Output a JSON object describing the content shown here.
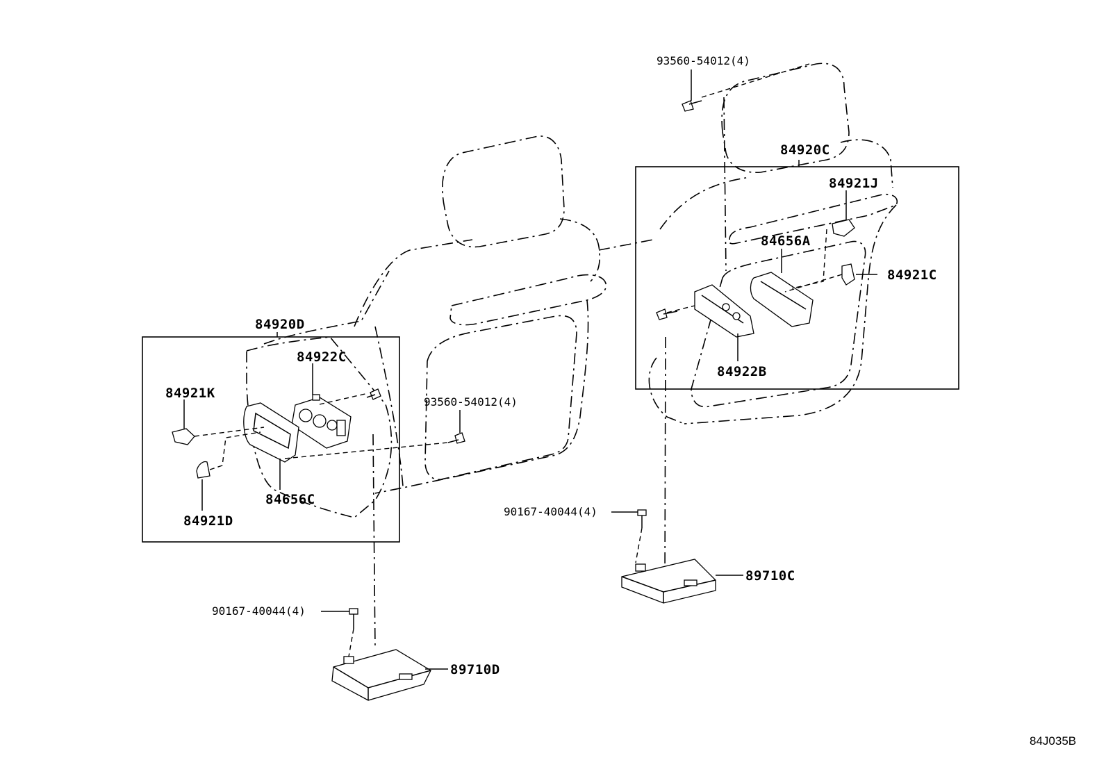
{
  "diagram": {
    "labels": {
      "p84920D": "84920D",
      "p84922C": "84922C",
      "p84921K": "84921K",
      "p84656C": "84656C",
      "p84921D": "84921D",
      "p93560_left": "93560-54012(4)",
      "p93560_top": "93560-54012(4)",
      "p84920C": "84920C",
      "p84921J": "84921J",
      "p84656A": "84656A",
      "p84921C": "84921C",
      "p84922B": "84922B",
      "p90167_right": "90167-40044(4)",
      "p89710C": "89710C",
      "p90167_left": "90167-40044(4)",
      "p89710D": "89710D"
    },
    "figure_code": "84J035B"
  }
}
